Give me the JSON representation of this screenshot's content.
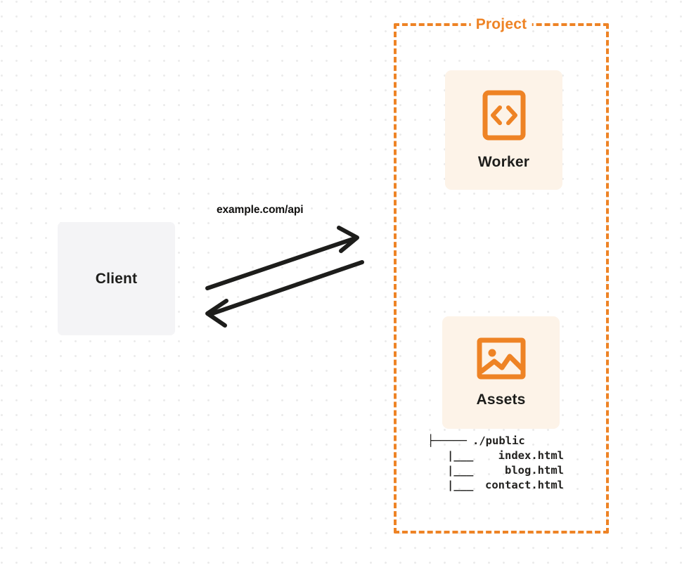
{
  "diagram": {
    "title": "Project",
    "background": {
      "pattern": "dot-grid",
      "dot_color": "#ebebeb",
      "page_color": "#ffffff"
    },
    "colors": {
      "accent_orange": "#ee8325",
      "card_cream": "#fdf3e8",
      "client_gray": "#f4f4f6",
      "text_dark": "#1d1d1b"
    }
  },
  "client": {
    "label": "Client"
  },
  "connection": {
    "label": "example.com/api",
    "direction": "bidirectional",
    "stroke_color": "#1d1d1b"
  },
  "project": {
    "label": "Project",
    "border_style": "dashed",
    "border_color": "#ee8325",
    "services": [
      {
        "label": "Worker",
        "icon": "code-brackets-icon"
      },
      {
        "label": "Assets",
        "icon": "image-icon"
      }
    ]
  },
  "file_tree": {
    "rows": [
      {
        "branch": "├─────",
        "name": "./public",
        "root": true
      },
      {
        "branch": "   |___",
        "name": "index.html",
        "root": false
      },
      {
        "branch": "   |___",
        "name": "blog.html",
        "root": false
      },
      {
        "branch": "   |___",
        "name": "contact.html",
        "root": false
      }
    ]
  }
}
